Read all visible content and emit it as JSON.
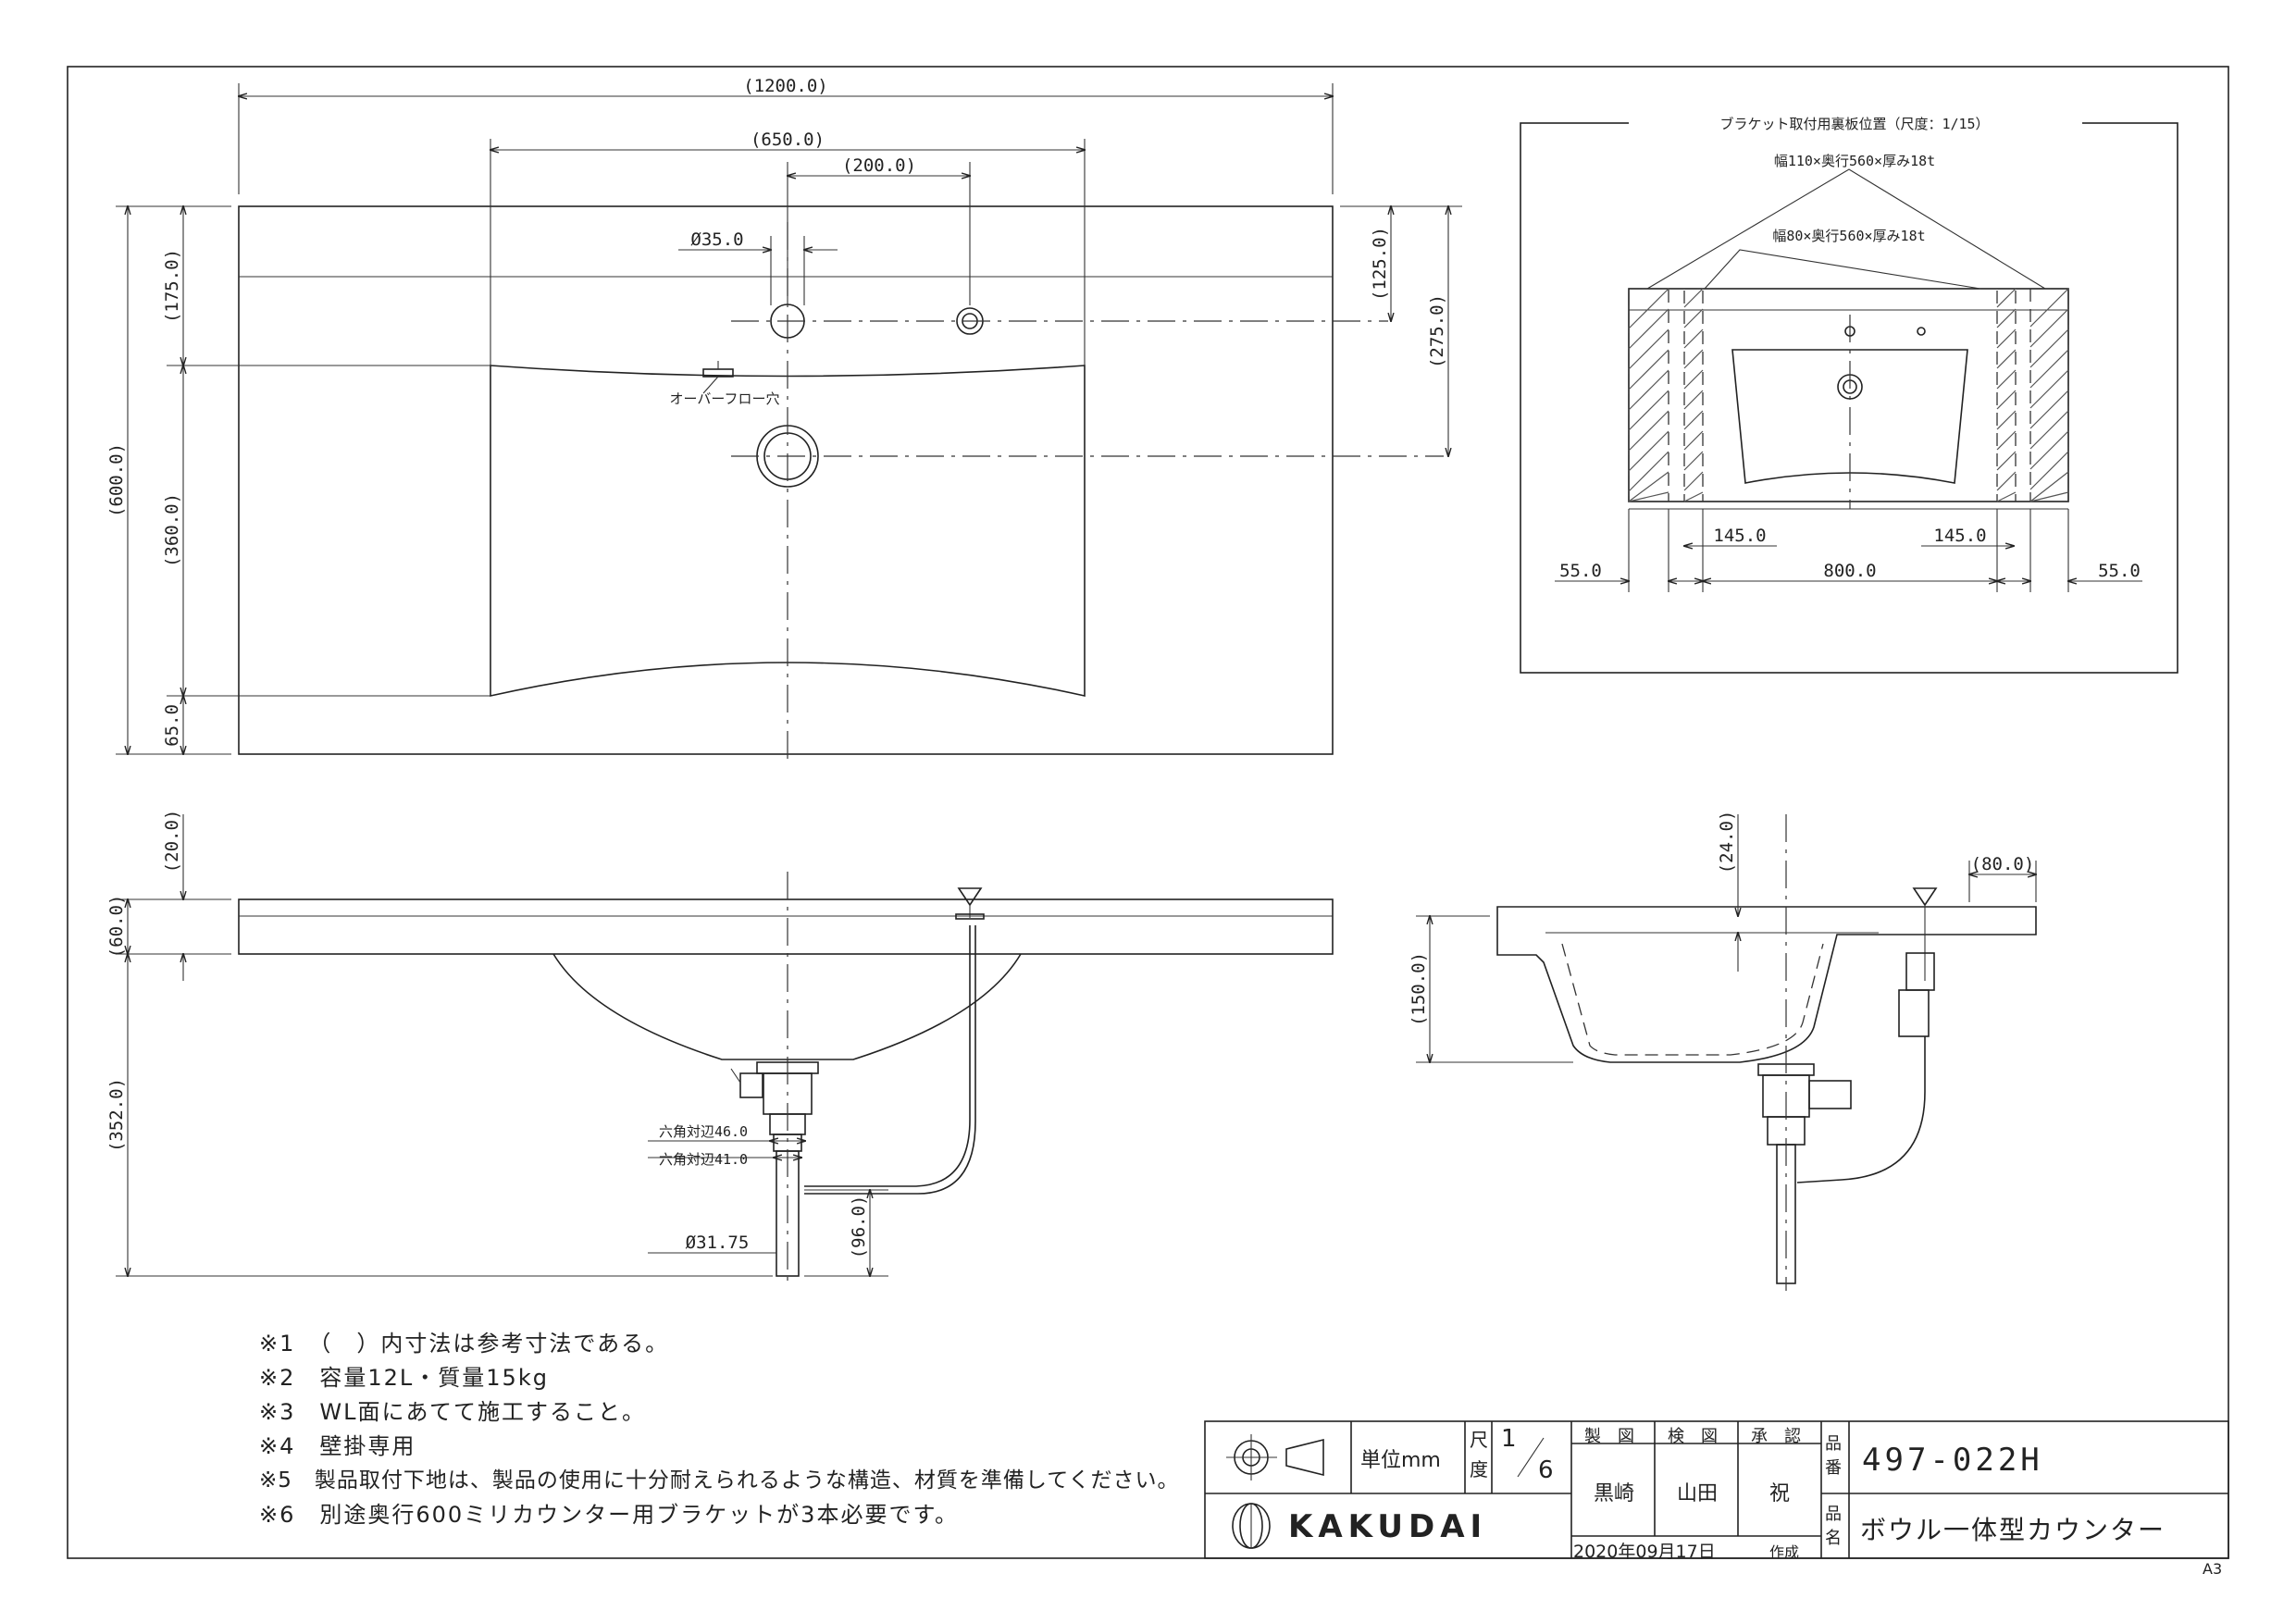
{
  "dimensions": {
    "overall_width": "(1200.0)",
    "bowl_width": "(650.0)",
    "faucet_offset": "(200.0)",
    "faucet_hole": "Ø35.0",
    "top_depth": "(175.0)",
    "faucet_depth": "(125.0)",
    "drain_depth": "(275.0)",
    "total_depth": "(600.0)",
    "bowl_depth": "(360.0)",
    "front_margin": "65.0",
    "overflow_label": "オーバーフロー穴",
    "top_clearance": "(20.0)",
    "counter_thickness": "(60.0)",
    "total_height": "(352.0)",
    "hex_46": "六角対辺46.0",
    "hex_41": "六角対辺41.0",
    "pipe_dia": "Ø31.75",
    "trap_drop": "(96.0)",
    "side_clearance": "(24.0)",
    "side_back": "(80.0)",
    "side_height": "(150.0)"
  },
  "bracket_view": {
    "title": "ブラケット取付用裏板位置（尺度：1/15）",
    "board_large": "幅110×奥行560×厚み18t",
    "board_small": "幅80×奥行560×厚み18t",
    "dim_left_outer": "55.0",
    "dim_left_inner": "145.0",
    "dim_center": "800.0",
    "dim_right_inner": "145.0",
    "dim_right_outer": "55.0"
  },
  "notes": [
    "※1　（　）内寸法は参考寸法である。",
    "※2　容量12L・質量15kg",
    "※3　WL面にあてて施工すること。",
    "※4　壁掛専用",
    "※5　製品取付下地は、製品の使用に十分耐えられるような構造、材質を準備してください。",
    "※6　別途奥行600ミリカウンター用ブラケットが3本必要です。"
  ],
  "title_block": {
    "unit_label": "単位mm",
    "scale_label_1": "尺",
    "scale_label_2": "度",
    "scale_num": "1",
    "scale_den": "6",
    "made_by_label": "製　図",
    "checked_label": "検　図",
    "approved_label": "承　認",
    "made_by": "黒崎",
    "checked": "山田",
    "approved": "祝",
    "part_no_label_1": "品",
    "part_no_label_2": "番",
    "part_no": "497-022H",
    "name_label_1": "品",
    "name_label_2": "名",
    "product_name": "ボウル一体型カウンター",
    "company": "KAKUDAI",
    "date": "2020年09月17日",
    "date_suffix": "作成",
    "paper_size": "A3"
  }
}
